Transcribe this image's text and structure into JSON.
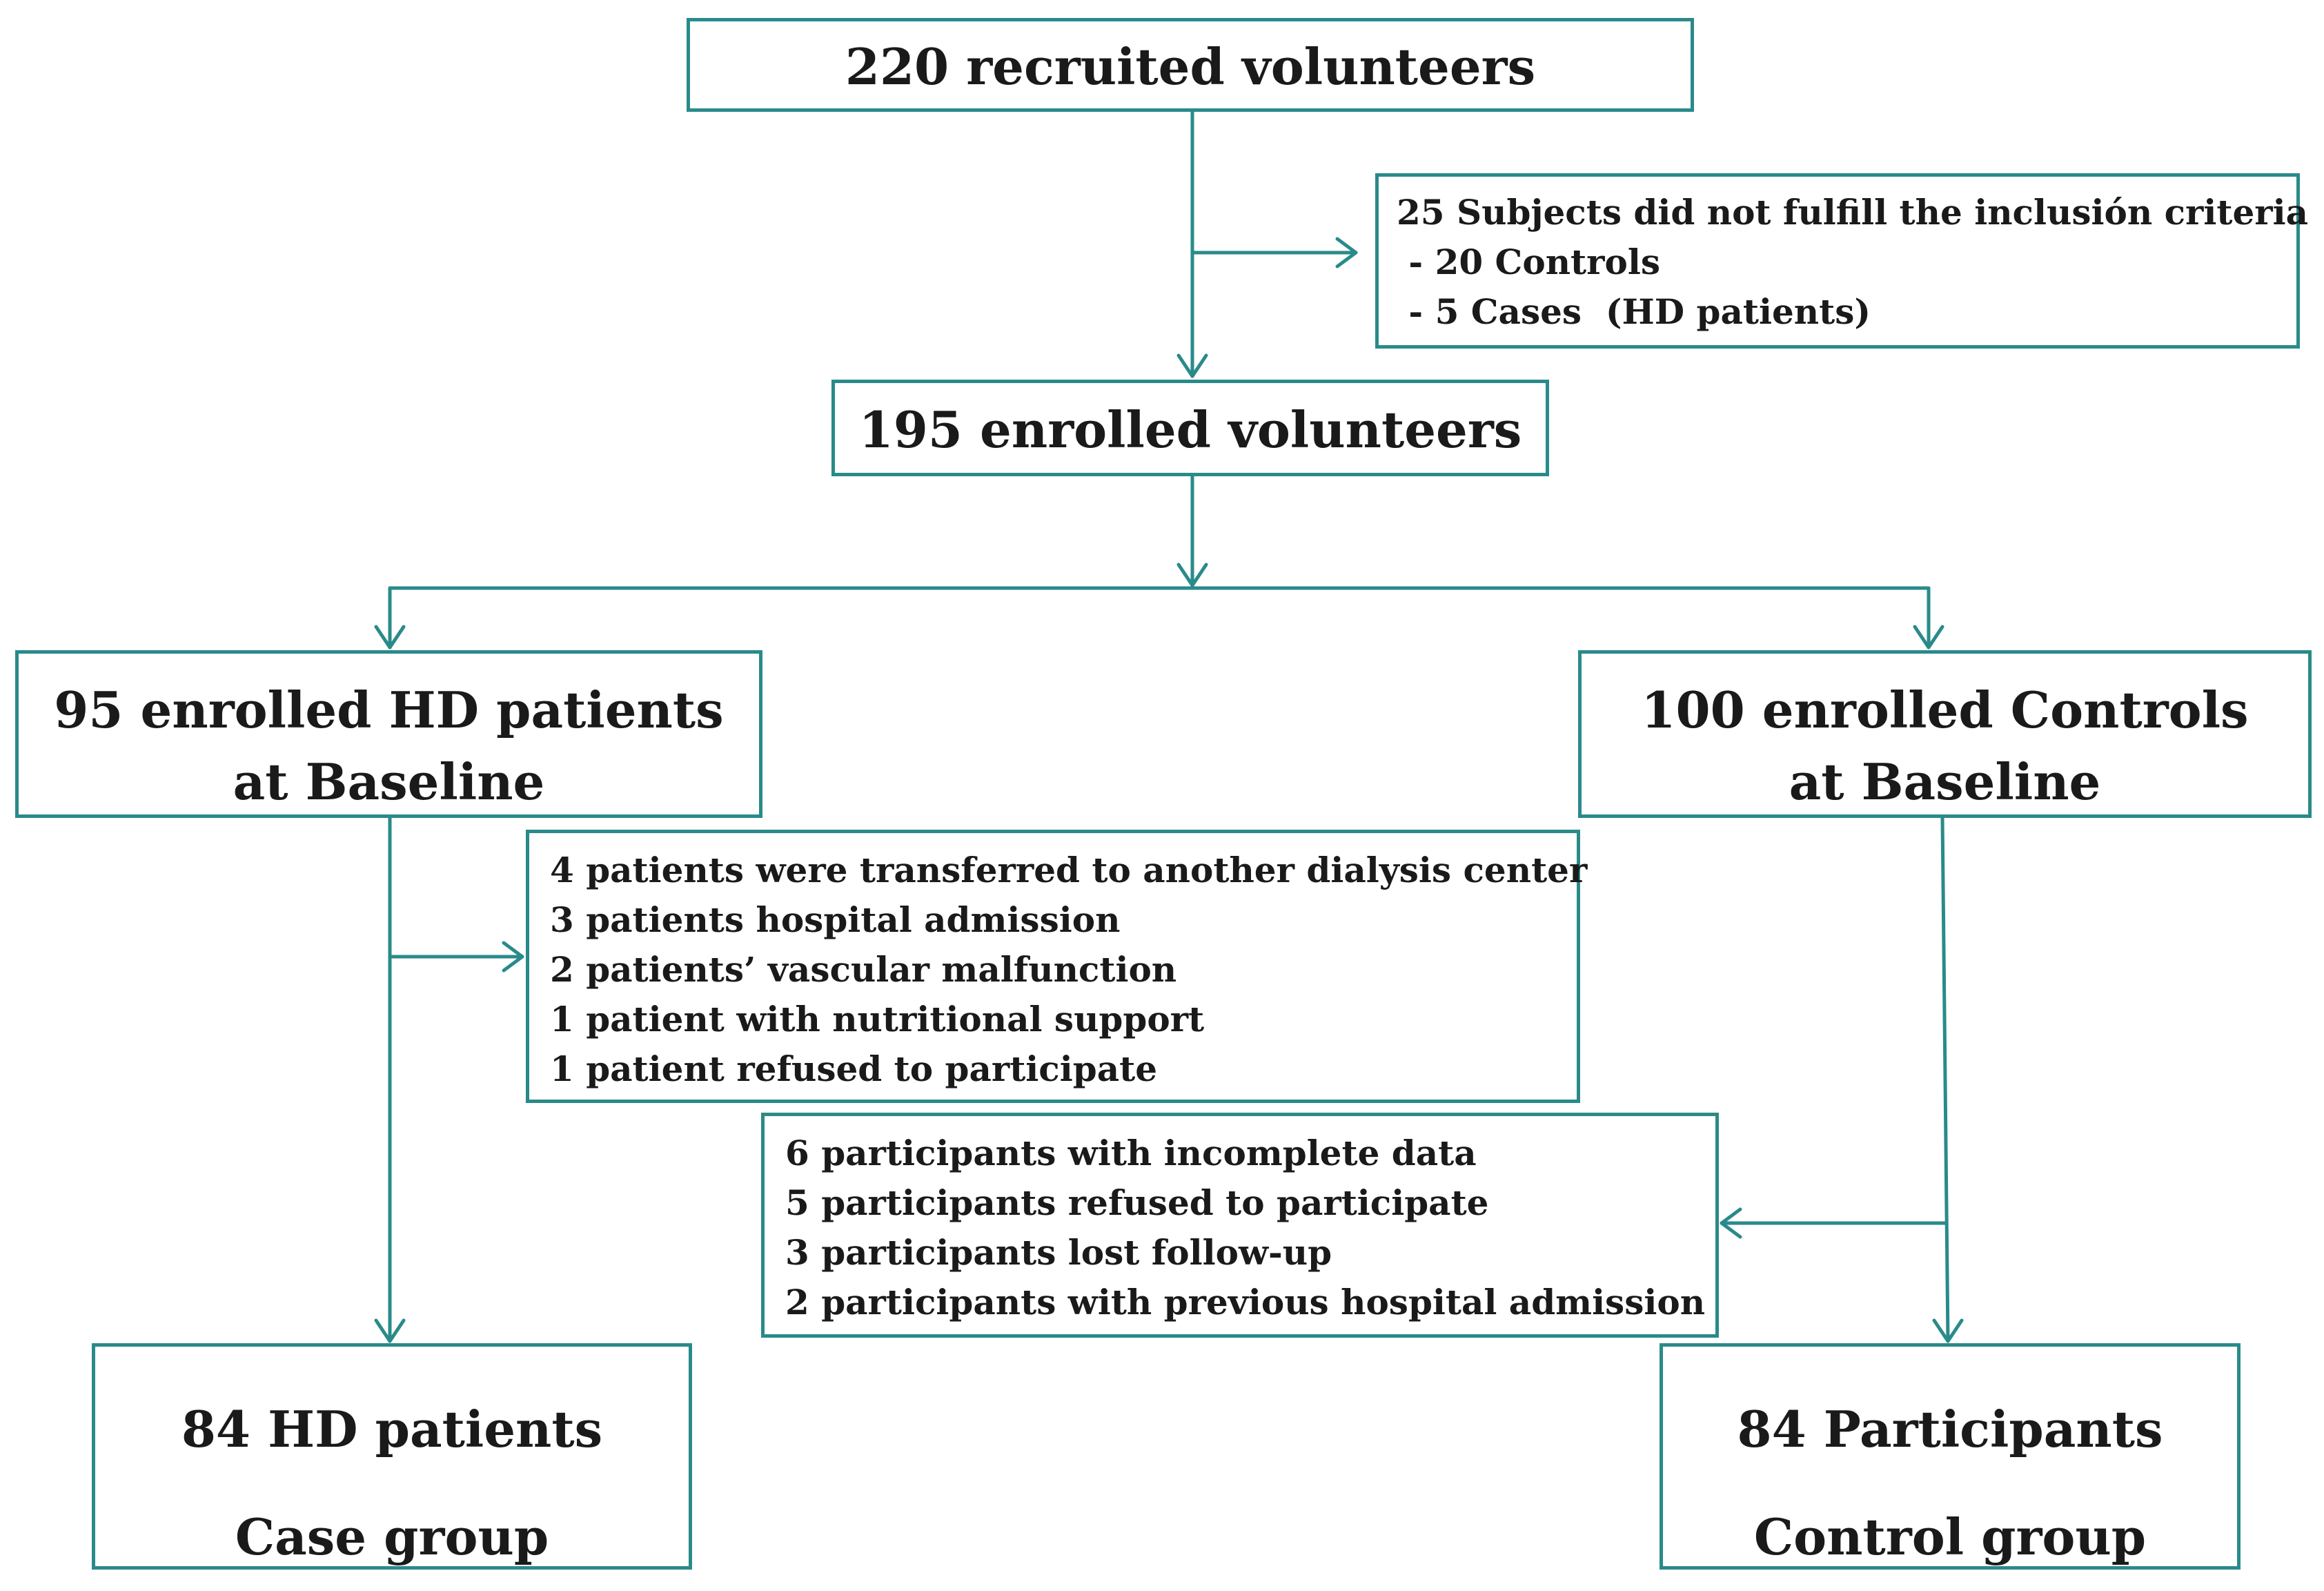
{
  "colors": {
    "accent": "#2a8a8a",
    "text": "#1a1a1a",
    "background": "#ffffff"
  },
  "flowchart": {
    "recruited": "220 recruited volunteers",
    "excluded": [
      "25 Subjects did not fulfill the inclusión criteria",
      " - 20 Controls",
      " - 5 Cases  (HD patients)"
    ],
    "enrolled": "195 enrolled volunteers",
    "hd_baseline": [
      "95 enrolled HD patients",
      "at Baseline"
    ],
    "controls_baseline": [
      "100 enrolled Controls",
      "at Baseline"
    ],
    "hd_dropouts": [
      "4 patients were transferred to another dialysis center",
      "3 patients hospital admission",
      "2 patients’ vascular malfunction",
      "1 patient with nutritional support",
      "1 patient refused to participate"
    ],
    "control_dropouts": [
      "6 participants with incomplete data",
      "5 participants refused to participate",
      "3 participants lost follow-up",
      "2 participants with previous hospital admission"
    ],
    "case_final": [
      "84 HD patients",
      "Case group"
    ],
    "control_final": [
      "84 Participants",
      "Control group"
    ]
  }
}
